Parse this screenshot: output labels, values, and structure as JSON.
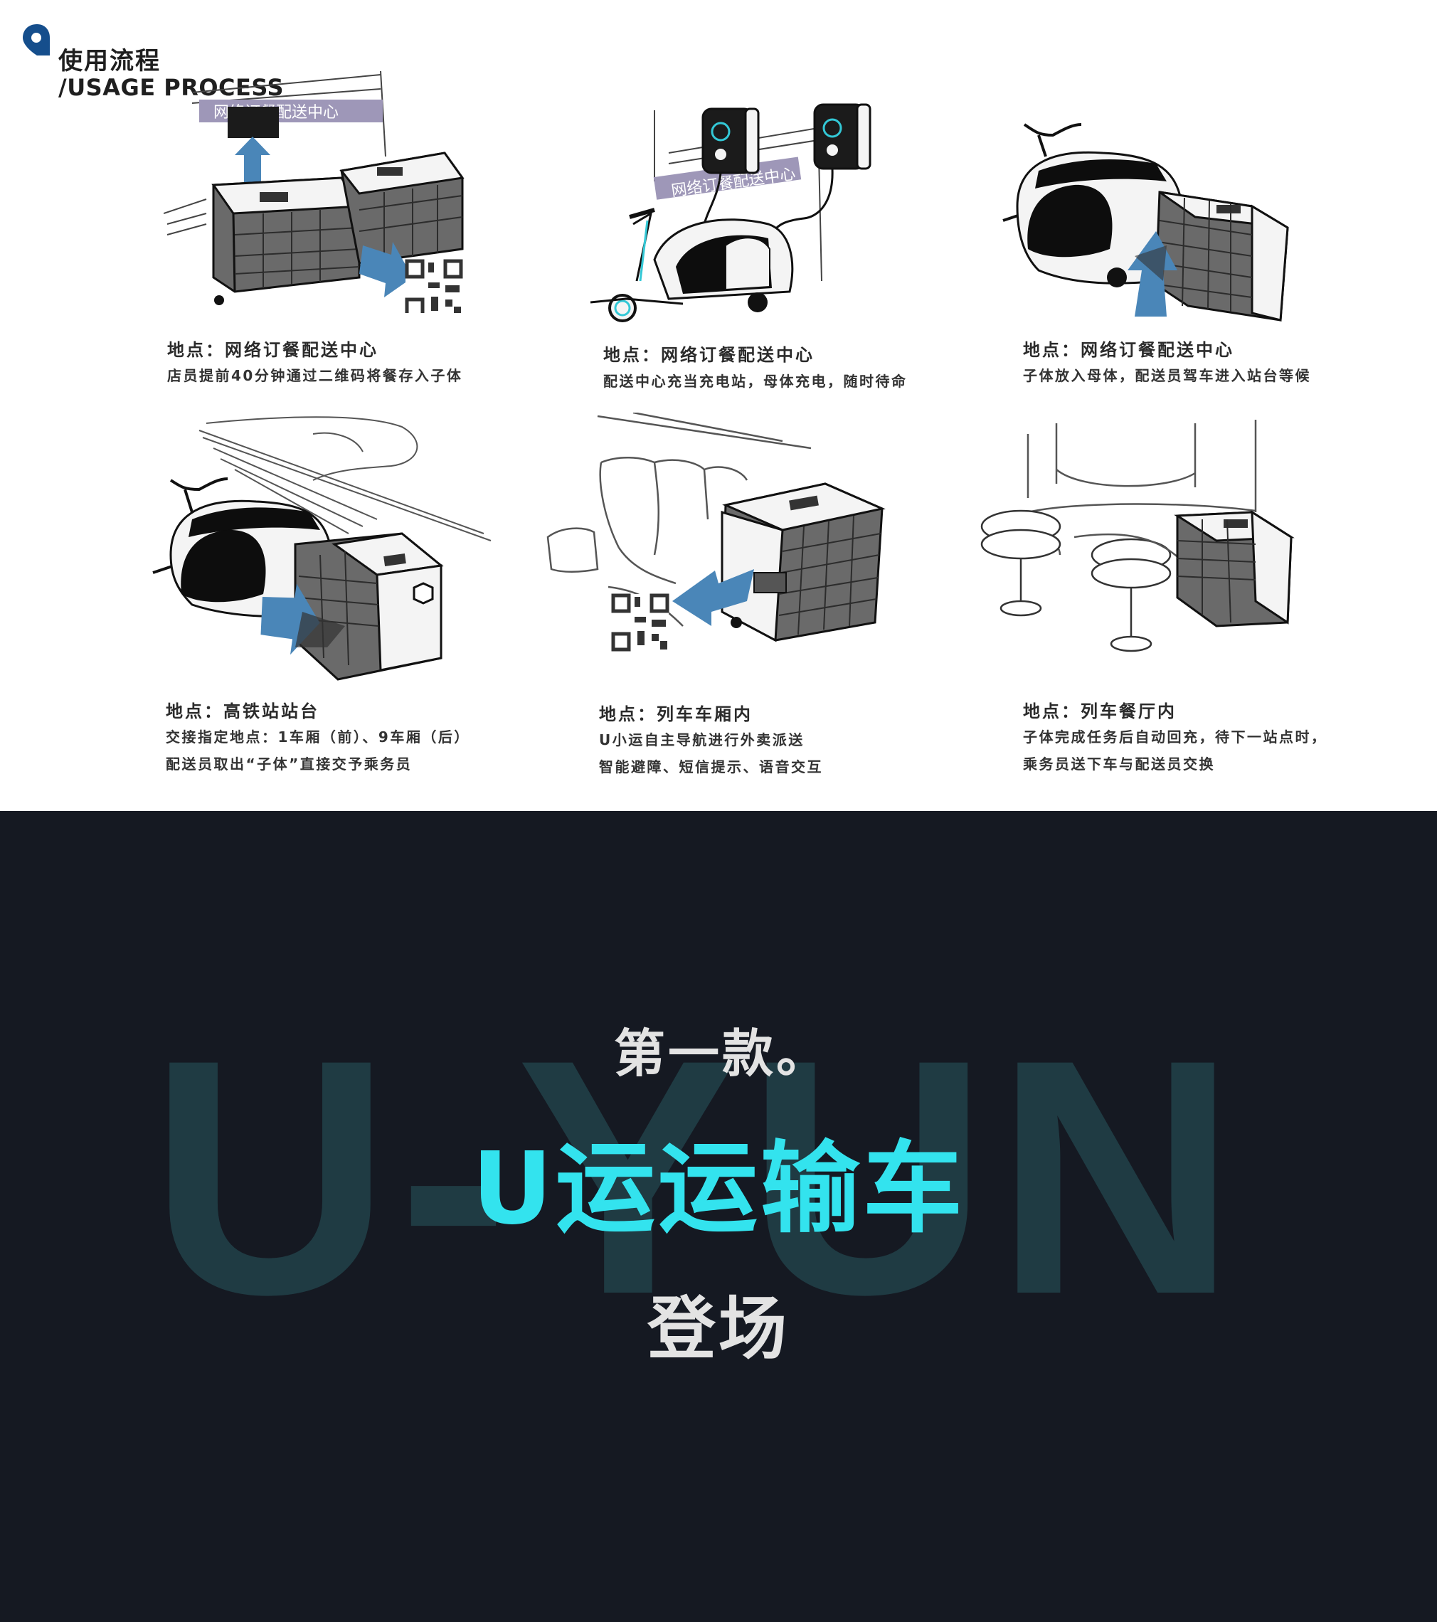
{
  "header": {
    "title_cn": "使用流程",
    "title_en": "/USAGE PROCESS"
  },
  "steps": [
    {
      "location": "地点：网络订餐配送中心",
      "lines": [
        "店员提前40分钟通过二维码将餐存入子体"
      ],
      "sign_text": "网络订餐配送中心"
    },
    {
      "location": "地点：网络订餐配送中心",
      "lines": [
        "配送中心充当充电站，母体充电，随时待命"
      ],
      "sign_text": "网络订餐配送中心"
    },
    {
      "location": "地点：网络订餐配送中心",
      "lines": [
        "子体放入母体，配送员驾车进入站台等候"
      ]
    },
    {
      "location": "地点：高铁站站台",
      "lines": [
        "交接指定地点：1车厢（前）、9车厢（后）",
        "配送员取出“子体”直接交予乘务员"
      ]
    },
    {
      "location": "地点：列车车厢内",
      "lines": [
        "U小运自主导航进行外卖派送",
        "智能避障、短信提示、语音交互"
      ]
    },
    {
      "location": "地点：列车餐厅内",
      "lines": [
        "子体完成任务后自动回充，待下一站点时，",
        "乘务员送下车与配送员交换"
      ]
    }
  ],
  "hero": {
    "watermark": "U-YUN",
    "line1": "第一款。",
    "line2": "U运运输车",
    "line3": "登场"
  },
  "colors": {
    "accent_blue": "#4a86b8",
    "cyan": "#33e3ee",
    "dark_bg": "#151922",
    "watermark": "#1f3b43",
    "sign_purple": "#9e97b8"
  },
  "icons": {
    "header": "location-pin-icon",
    "arrow": "blue-arrow-icon",
    "qr": "qr-code-icon"
  }
}
